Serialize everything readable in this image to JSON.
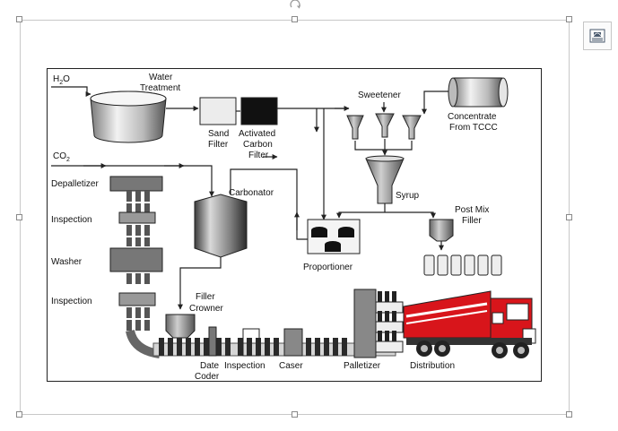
{
  "labels": {
    "h2o": "H",
    "h2o_sub": "2",
    "h2o_end": "O",
    "co2": "CO",
    "co2_sub": "2",
    "water_treatment_1": "Water",
    "water_treatment_2": "Treatment",
    "sand_filter_1": "Sand",
    "sand_filter_2": "Filter",
    "activated_1": "Activated",
    "activated_2": "Carbon",
    "activated_3": "Filter",
    "sweetener": "Sweetener",
    "concentrate_1": "Concentrate",
    "concentrate_2": "From TCCC",
    "syrup": "Syrup",
    "carbonator": "Carbonator",
    "depalletizer": "Depalletizer",
    "inspection_1": "Inspection",
    "washer": "Washer",
    "inspection_2": "Inspection",
    "post_mix_1": "Post Mix",
    "post_mix_2": "Filler",
    "proportioner": "Proportioner",
    "filler_crowner_1": "Filler",
    "filler_crowner_2": "Crowner",
    "date_coder_1": "Date",
    "date_coder_2": "Coder",
    "inspection_3": "Inspection",
    "caser": "Caser",
    "palletizer": "Palletizer",
    "distribution": "Distribution"
  },
  "colors": {
    "accent_red": "#d8151b",
    "line": "#222222",
    "handle_border": "#8a8a8a"
  },
  "icons": {
    "rotate_handle": "rotate-icon",
    "layout_options": "layout-options-icon"
  }
}
